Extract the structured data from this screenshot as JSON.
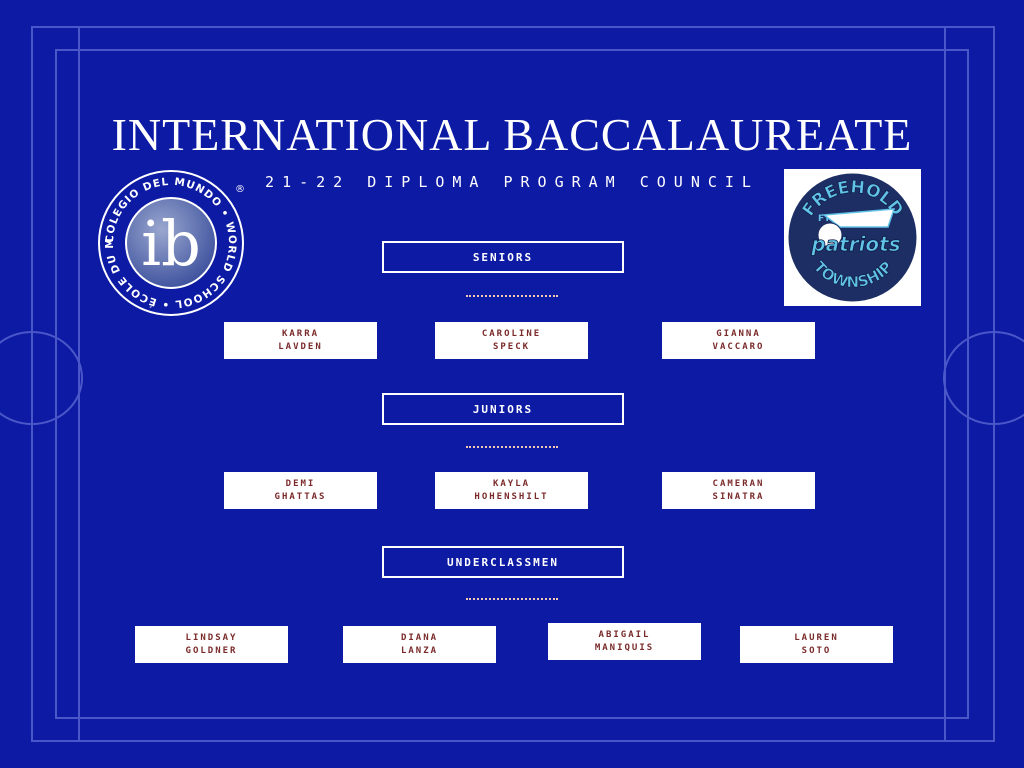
{
  "title": "INTERNATIONAL BACCALAUREATE",
  "subtitle": "21-22 DIPLOMA PROGRAM COUNCIL",
  "ib_logo": {
    "ring_text": "COLEGIO DEL MUNDO • WORLD SCHOOL • ÉCOLE DU MONDE •",
    "center": "ib",
    "mark": "®"
  },
  "fp_logo": {
    "top": "FREEHOLD",
    "small": "FT",
    "middle": "patriots",
    "bottom": "TOWNSHIP"
  },
  "sections": {
    "seniors": {
      "label": "SENIORS",
      "members": [
        {
          "first": "KARRA",
          "last": "LAVDEN"
        },
        {
          "first": "CAROLINE",
          "last": "SPECK"
        },
        {
          "first": "GIANNA",
          "last": "VACCARO"
        }
      ]
    },
    "juniors": {
      "label": "JUNIORS",
      "members": [
        {
          "first": "DEMI",
          "last": "GHATTAS"
        },
        {
          "first": "KAYLA",
          "last": "HOHENSHILT"
        },
        {
          "first": "CAMERAN",
          "last": "SINATRA"
        }
      ]
    },
    "underclassmen": {
      "label": "UNDERCLASSMEN",
      "members": [
        {
          "first": "LINDSAY",
          "last": "GOLDNER"
        },
        {
          "first": "DIANA",
          "last": "LANZA"
        },
        {
          "first": "ABIGAIL",
          "last": "MANIQUIS"
        },
        {
          "first": "LAUREN",
          "last": "SOTO"
        }
      ]
    }
  },
  "colors": {
    "background": "#0d1aa3",
    "frame_line": "#4a57c9",
    "card_text": "#7a2a2a",
    "dots": "#f2c9b0"
  }
}
